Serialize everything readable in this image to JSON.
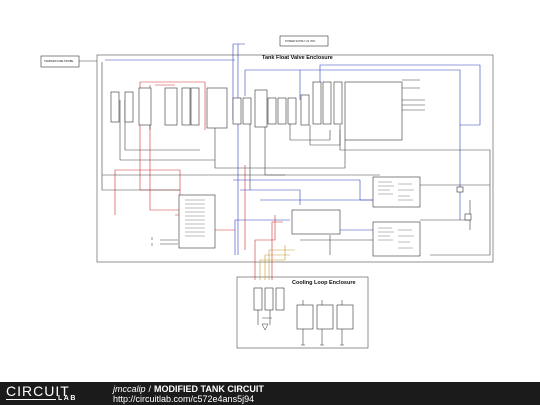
{
  "diagram": {
    "main_enclosure_label": "Tank Float Valve Enclosure",
    "cooling_enclosure_label": "Cooling Loop Enclosure",
    "top_box_label": "POWER SUPPLY 24 VDC",
    "left_box_label": "TEMPERATURE PROBE"
  },
  "footer": {
    "logo_main": "CIRCUIT",
    "logo_sub": "LAB",
    "author": "jmccalip",
    "separator": "/",
    "title": "MODIFIED TANK CIRCUIT",
    "url": "http://circuitlab.com/c572e4ans5j94"
  }
}
